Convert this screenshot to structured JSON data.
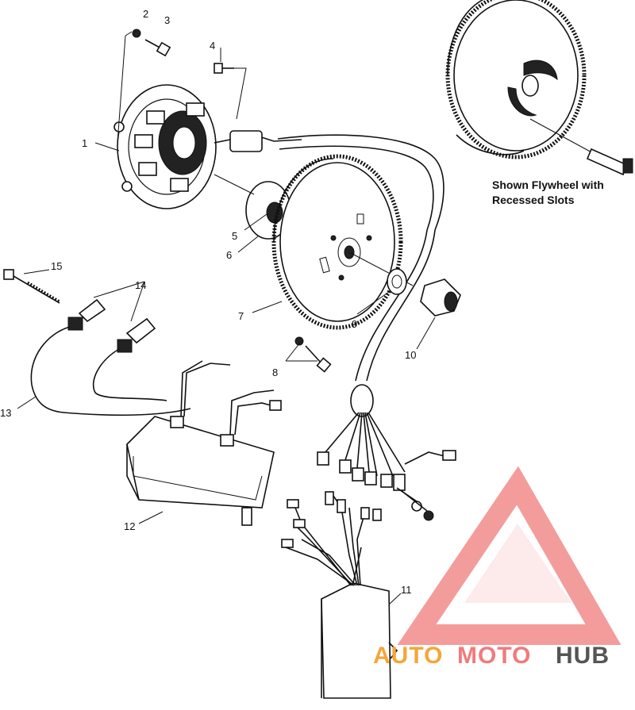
{
  "callouts": {
    "n1": "1",
    "n2": "2",
    "n3": "3",
    "n4": "4",
    "n5": "5",
    "n6": "6",
    "n7": "7",
    "n8": "8",
    "n9": "9",
    "n10": "10",
    "n11": "11",
    "n12": "12",
    "n13": "13",
    "n14": "14",
    "n15": "15"
  },
  "caption": {
    "line1": "Shown Flywheel with",
    "line2": "Recessed Slots"
  },
  "watermark": {
    "part1": "AUTO",
    "part2": "MOTO",
    "part3": "HUB",
    "color_primary": "#f07b7b",
    "color_secondary": "#f4a63b",
    "color_dark": "#555555"
  }
}
